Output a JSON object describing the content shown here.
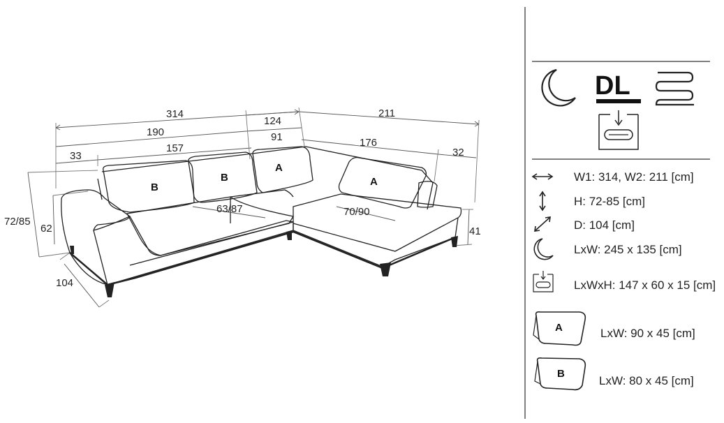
{
  "dimensions": {
    "w_total": "314",
    "w_corner": "124",
    "w_right": "211",
    "w_mid": "190",
    "w_mid_right": "91",
    "w_chaise": "176",
    "w_arm_left": "33",
    "w_seat_left": "157",
    "w_arm_right": "32",
    "h_total": "72/85",
    "h_arm": "62",
    "h_seat_right": "41",
    "depth": "104",
    "seat_depth_left": "63/87",
    "seat_depth_right": "70/90"
  },
  "cushion_labels": {
    "b1": "B",
    "b2": "B",
    "a1": "A",
    "a2": "A"
  },
  "badges": {
    "dl": "DL"
  },
  "specs": {
    "width": "W1: 314, W2: 211 [cm]",
    "height": "H: 72-85 [cm]",
    "depth": "D: 104 [cm]",
    "sleep": "LxW: 245 x 135 [cm]",
    "storage": "LxWxH: 147 x 60 x 15 [cm]"
  },
  "cushions": [
    {
      "letter": "A",
      "size": "LxW: 90 x 45 [cm]"
    },
    {
      "letter": "B",
      "size": "LxW: 80 x 45 [cm]"
    }
  ],
  "icons": [
    "moon-icon",
    "dl-badge-icon",
    "spring-icon",
    "storage-icon",
    "width-arrow-icon",
    "height-arrow-icon",
    "depth-arrow-icon",
    "cushion-a-icon",
    "cushion-b-icon"
  ]
}
